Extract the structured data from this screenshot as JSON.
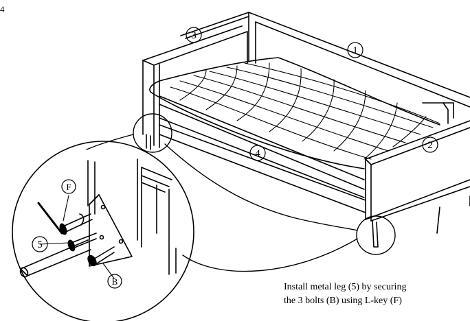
{
  "page_number": "4",
  "callouts": {
    "backrest": "1",
    "right_arm": "2",
    "left_arm": "3",
    "seat_front": "4",
    "leg_detail": "5",
    "lkey": "F",
    "bolts": "B"
  },
  "instructions": {
    "line1": "Install metal leg (5) by securing",
    "line2": "the 3 bolts (B) using L-key (F)"
  }
}
